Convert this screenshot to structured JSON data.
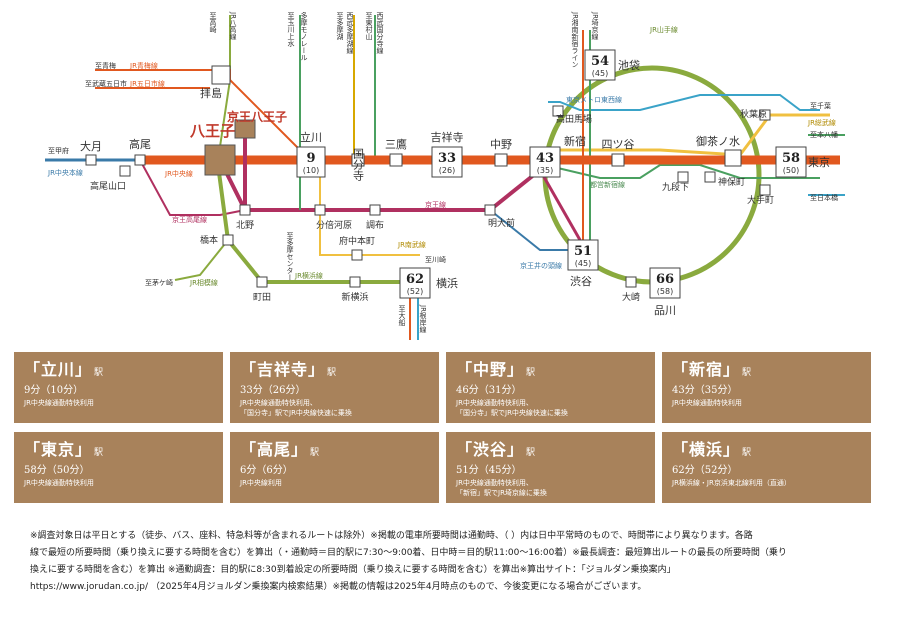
{
  "map": {
    "origin": "八王子",
    "origin_keio": "京王八王子",
    "stations": {
      "tachikawa": "立川",
      "kokubunji": "国分寺",
      "mitaka": "三鷹",
      "kichijoji": "吉祥寺",
      "nakano": "中野",
      "shinjuku": "新宿",
      "yotsuya": "四ツ谷",
      "ochanomizu": "御茶ノ水",
      "tokyo": "東京",
      "takao": "高尾",
      "otsuki": "大月",
      "takaosanguchi": "高尾山口",
      "haijima": "拝島",
      "kitano": "北野",
      "hashimoto": "橋本",
      "machida": "町田",
      "shinyokohama": "新横浜",
      "yokohama": "横浜",
      "bubaigawara": "分倍河原",
      "chofu": "調布",
      "fuchuhommachi": "府中本町",
      "meidaimae": "明大前",
      "shibuya": "渋谷",
      "ikebukuro": "池袋",
      "takadanobaba": "高田馬場",
      "akihabara": "秋葉原",
      "kudanshita": "九段下",
      "jimbocho": "神保町",
      "otemachi": "大手町",
      "osaki": "大崎",
      "shinagawa": "品川"
    },
    "boxes": [
      {
        "id": "tachikawa",
        "main": "9",
        "sub": "(10)"
      },
      {
        "id": "kichijoji",
        "main": "33",
        "sub": "(26)"
      },
      {
        "id": "shinjuku",
        "main": "43",
        "sub": "(35)"
      },
      {
        "id": "tokyo",
        "main": "58",
        "sub": "(50)"
      },
      {
        "id": "ikebukuro",
        "main": "54",
        "sub": "(45)"
      },
      {
        "id": "shibuya",
        "main": "51",
        "sub": "(45)"
      },
      {
        "id": "shinagawa",
        "main": "66",
        "sub": "(58)"
      },
      {
        "id": "yokohama",
        "main": "62",
        "sub": "(52)"
      }
    ],
    "line_labels": {
      "chuo_jr": "JR中央線",
      "chuo_main": "JR中央本線",
      "keio": "京王線",
      "keio_takao": "京王高尾線",
      "keio_inokashira": "京王井の頭線",
      "yokohama_line": "JR横浜線",
      "sagami": "JR相模線",
      "nambu": "JR南武線",
      "oume": "JR青梅線",
      "itsukaichi": "JR五日市線",
      "yamanote": "JR山手線",
      "tozai": "東京メトロ東西線",
      "shinjuku_toei": "都営新宿線",
      "sobu": "JR総武線"
    },
    "directions": {
      "kofu": "至甲府",
      "aome": "至青梅",
      "musashi_itsukaichi": "至武蔵五日市",
      "chigasaki": "至茅ケ崎",
      "takahagi": "至高崎",
      "tamagawajosui": "至玉川上水",
      "tamasenta": "至多摩センター",
      "seibu_tamako": "至多摩湖",
      "higashimurayama": "至東村山",
      "kawasaki": "至川崎",
      "ofuna": "至大船",
      "chiba": "至千葉",
      "motoyawata": "至本八幡",
      "nihombashi": "至日本橋"
    },
    "vertical_labels": {
      "hachiko": "JR八高線",
      "tama_monorail": "多摩モノレール",
      "seibu_tamako_line": "西武多摩湖線",
      "seibu_kokubunji": "西武国分寺線",
      "shonan": "JR湘南新宿ライン",
      "saikyo": "JR埼京線",
      "negishi": "JR根岸線"
    }
  },
  "cards": [
    {
      "station": "「立川」",
      "eki": "駅",
      "time": "9分（10分）",
      "route": [
        "JR中央線通勤特快利用"
      ]
    },
    {
      "station": "「吉祥寺」",
      "eki": "駅",
      "time": "33分（26分）",
      "route": [
        "JR中央線通勤特快利用、",
        "「国分寺」駅でJR中央線快速に乗換"
      ]
    },
    {
      "station": "「中野」",
      "eki": "駅",
      "time": "46分（31分）",
      "route": [
        "JR中央線通勤特快利用、",
        "「国分寺」駅でJR中央線快速に乗換"
      ]
    },
    {
      "station": "「新宿」",
      "eki": "駅",
      "time": "43分（35分）",
      "route": [
        "JR中央線通勤特快利用"
      ]
    },
    {
      "station": "「東京」",
      "eki": "駅",
      "time": "58分（50分）",
      "route": [
        "JR中央線通勤特快利用"
      ]
    },
    {
      "station": "「高尾」",
      "eki": "駅",
      "time": "6分（6分）",
      "route": [
        "JR中央線利用"
      ]
    },
    {
      "station": "「渋谷」",
      "eki": "駅",
      "time": "51分（45分）",
      "route": [
        "JR中央線通勤特快利用、",
        "「新宿」駅でJR埼京線に乗換"
      ]
    },
    {
      "station": "「横浜」",
      "eki": "駅",
      "time": "62分（52分）",
      "route": [
        "JR横浜線・JR京浜東北線利用（直通）"
      ]
    }
  ],
  "notes": [
    "※調査対象日は平日とする（徒歩、バス、座料、特急料等が含まれるルートは除外）※掲載の電車所要時間は通勤時、（ ）内は日中平常時のもので、時間帯により異なります。各路",
    "線で最短の所要時間（乗り換えに要する時間を含む）を算出（・通勤時＝目的駅に7:30～9:00着、日中時＝目的駅11:00～16:00着）※最長調査：最短算出ルートの最長の所要時間（乗り",
    "換えに要する時間を含む）を算出 ※通勤調査：目的駅に8:30到着設定の所要時間（乗り換えに要する時間を含む）を算出※算出サイト：「ジョルダン乗換案内」",
    "https://www.jorudan.co.jp/ （2025年4月ジョルダン乗換案内検索結果）※掲載の情報は2025年4月時点のもので、今後変更になる場合がございます。"
  ],
  "colors": {
    "chuo": "#e1581f",
    "keio": "#b03060",
    "yamanote": "#8aaa3e",
    "yokohama_line": "#8aaa3e",
    "sobu": "#f0c040",
    "tozai": "#3aa3c8",
    "card": "#a8825b"
  }
}
